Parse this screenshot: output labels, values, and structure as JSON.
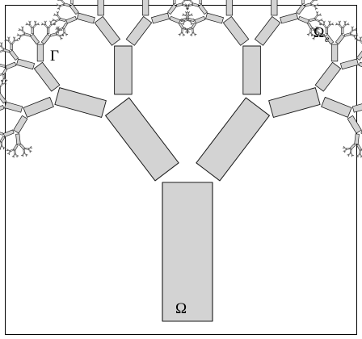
{
  "figure": {
    "labels": {
      "omega": "Ω",
      "omega_e": "Ω",
      "omega_e_sub": "e",
      "gamma": "Γ"
    },
    "colors": {
      "fill": "#d3d3d3",
      "stroke": "#1a1a1a",
      "background": "#ffffff"
    }
  }
}
